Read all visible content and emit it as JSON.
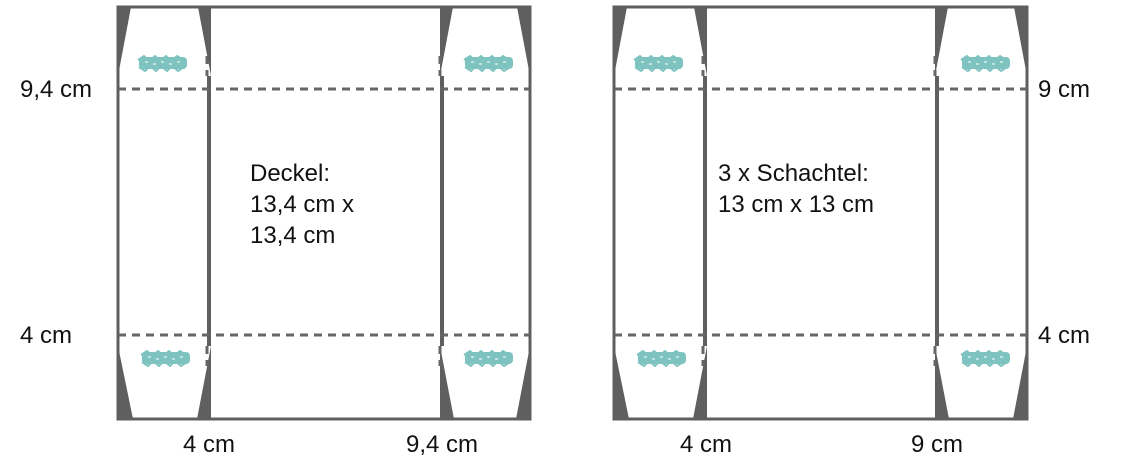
{
  "colors": {
    "background": "#ffffff",
    "edge": "#5f5f5f",
    "dash": "#666666",
    "glue": "#7fc3c0",
    "text": "#111111"
  },
  "lid": {
    "left_labels": [
      "9,4 cm",
      "4 cm"
    ],
    "bottom_labels": [
      "4 cm",
      "9,4 cm"
    ],
    "text_lines": [
      "Deckel:",
      "13,4 cm x",
      "13,4 cm"
    ]
  },
  "box": {
    "right_labels": [
      "9 cm",
      "4 cm"
    ],
    "bottom_labels": [
      "4 cm",
      "9 cm"
    ],
    "text_lines": [
      "3 x Schachtel:",
      "13 cm x 13 cm"
    ]
  },
  "icons": {
    "glue_mark": "glue-scribble-icon"
  }
}
